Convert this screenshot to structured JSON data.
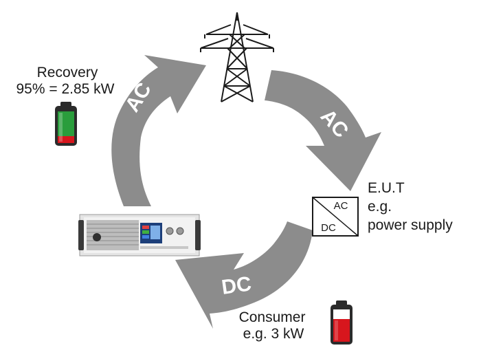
{
  "recovery": {
    "title": "Recovery",
    "value": "95% = 2.85 kW",
    "battery_fill": "#2a9d3c",
    "battery_low": "#d7161d"
  },
  "arrows": {
    "top_left": "AC",
    "top_right": "AC",
    "bottom": "DC",
    "color": "#8c8c8c"
  },
  "eut": {
    "title": "E.U.T",
    "line1": "e.g.",
    "line2": "power supply",
    "box_ac": "AC",
    "box_dc": "DC"
  },
  "consumer": {
    "title": "Consumer",
    "value": "e.g. 3 kW",
    "battery_fill": "#d7161d"
  },
  "icons": {
    "tower": "power-tower-icon",
    "device": "electronic-load-device",
    "converter": "ac-dc-converter-icon"
  }
}
